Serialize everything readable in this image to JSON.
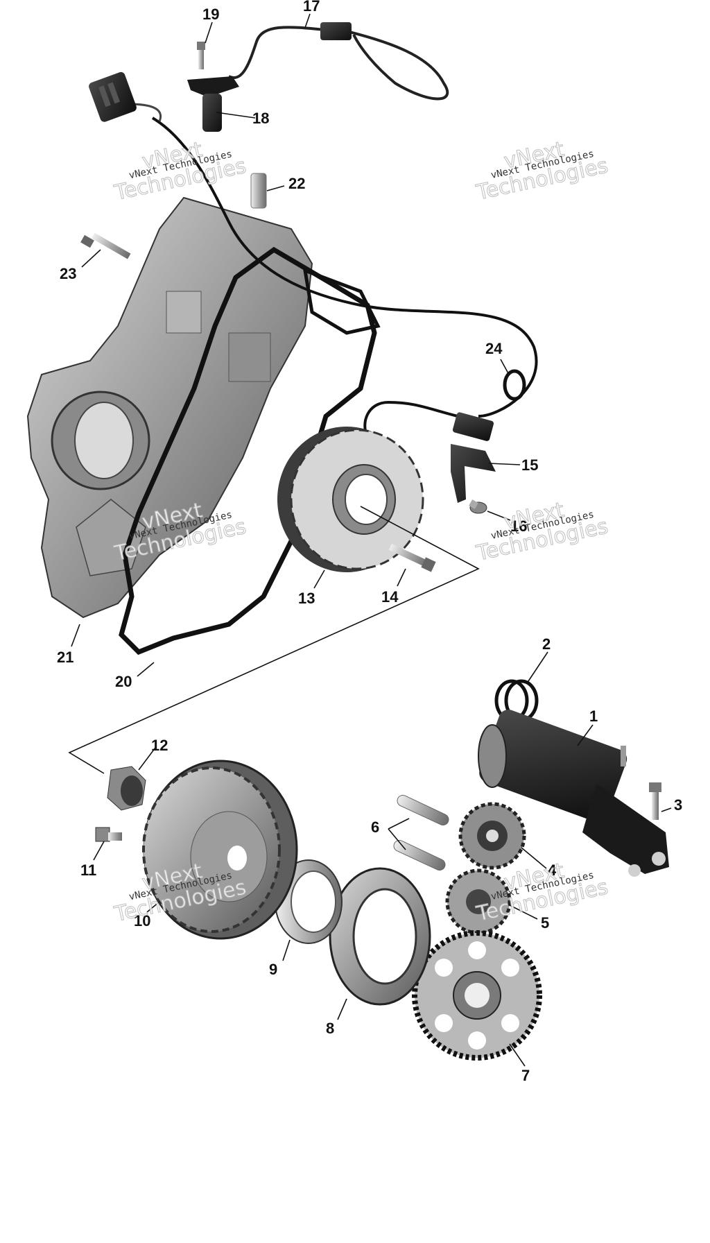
{
  "callouts": [
    {
      "id": "1",
      "label": "1"
    },
    {
      "id": "2",
      "label": "2"
    },
    {
      "id": "3",
      "label": "3"
    },
    {
      "id": "4",
      "label": "4"
    },
    {
      "id": "5",
      "label": "5"
    },
    {
      "id": "6",
      "label": "6"
    },
    {
      "id": "7",
      "label": "7"
    },
    {
      "id": "8",
      "label": "8"
    },
    {
      "id": "9",
      "label": "9"
    },
    {
      "id": "10",
      "label": "10"
    },
    {
      "id": "11",
      "label": "11"
    },
    {
      "id": "12",
      "label": "12"
    },
    {
      "id": "13",
      "label": "13"
    },
    {
      "id": "14",
      "label": "14"
    },
    {
      "id": "15",
      "label": "15"
    },
    {
      "id": "16",
      "label": "16"
    },
    {
      "id": "17",
      "label": "17"
    },
    {
      "id": "18",
      "label": "18"
    },
    {
      "id": "19",
      "label": "19"
    },
    {
      "id": "20",
      "label": "20"
    },
    {
      "id": "21",
      "label": "21"
    },
    {
      "id": "22",
      "label": "22"
    },
    {
      "id": "23",
      "label": "23"
    },
    {
      "id": "24",
      "label": "24"
    }
  ],
  "watermark": {
    "small": "vNext Technologies",
    "line1": "vNext",
    "line2": "Technologies"
  },
  "colors": {
    "line": "#111111",
    "part_dark": "#1d1d1d",
    "part_mid": "#8c8c8c",
    "part_light": "#d0d0d0"
  }
}
